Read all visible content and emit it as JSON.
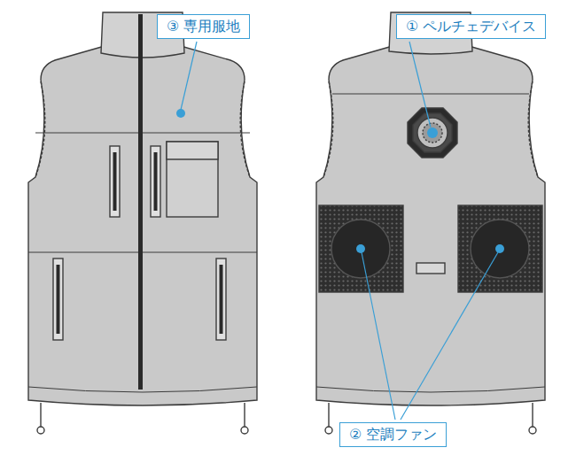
{
  "diagram": {
    "nodes": [
      {
        "text": [
          "③ 専用服地"
        ]
      },
      {
        "text": [
          "① ペルチェデバイス"
        ]
      },
      {
        "text": [
          "② 空調ファン"
        ]
      }
    ]
  }
}
